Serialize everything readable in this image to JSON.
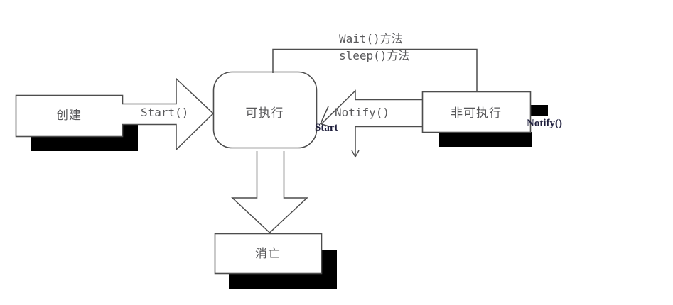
{
  "diagram": {
    "title": "Java Thread Lifecycle State Diagram",
    "colors": {
      "stroke": "#4d4d4d",
      "shadow": "#000000",
      "node_text": "#58585a",
      "edge_text": "#5a5a5c",
      "serif_text": "#1f1f3d",
      "background": "#ffffff"
    },
    "nodes": [
      {
        "id": "create",
        "label": "创建",
        "shape": "rect",
        "shadow": true
      },
      {
        "id": "runnable",
        "label": "可执行",
        "shape": "rounded-rect",
        "shadow": false
      },
      {
        "id": "blocked",
        "label": "非可执行",
        "shape": "rect",
        "shadow": true
      },
      {
        "id": "dead",
        "label": "消亡",
        "shape": "rect",
        "shadow": true
      }
    ],
    "edges": [
      {
        "id": "create-to-runnable",
        "label": "Start()",
        "from": "create",
        "to": "runnable",
        "style": "block-arrow-right"
      },
      {
        "id": "runnable-to-blocked",
        "label_line1": "Wait()方法",
        "label_line2": "sleep()方法",
        "from": "runnable",
        "to": "blocked",
        "style": "open-path-right"
      },
      {
        "id": "blocked-to-runnable",
        "label": "Notify()",
        "from": "blocked",
        "to": "runnable",
        "style": "open-path-left"
      },
      {
        "id": "runnable-to-dead",
        "label": "",
        "from": "runnable",
        "to": "dead",
        "style": "block-arrow-down"
      }
    ],
    "annotations": [
      {
        "id": "start-annotation",
        "label": "Start"
      },
      {
        "id": "notify-annotation",
        "label": "Notify()"
      }
    ]
  }
}
